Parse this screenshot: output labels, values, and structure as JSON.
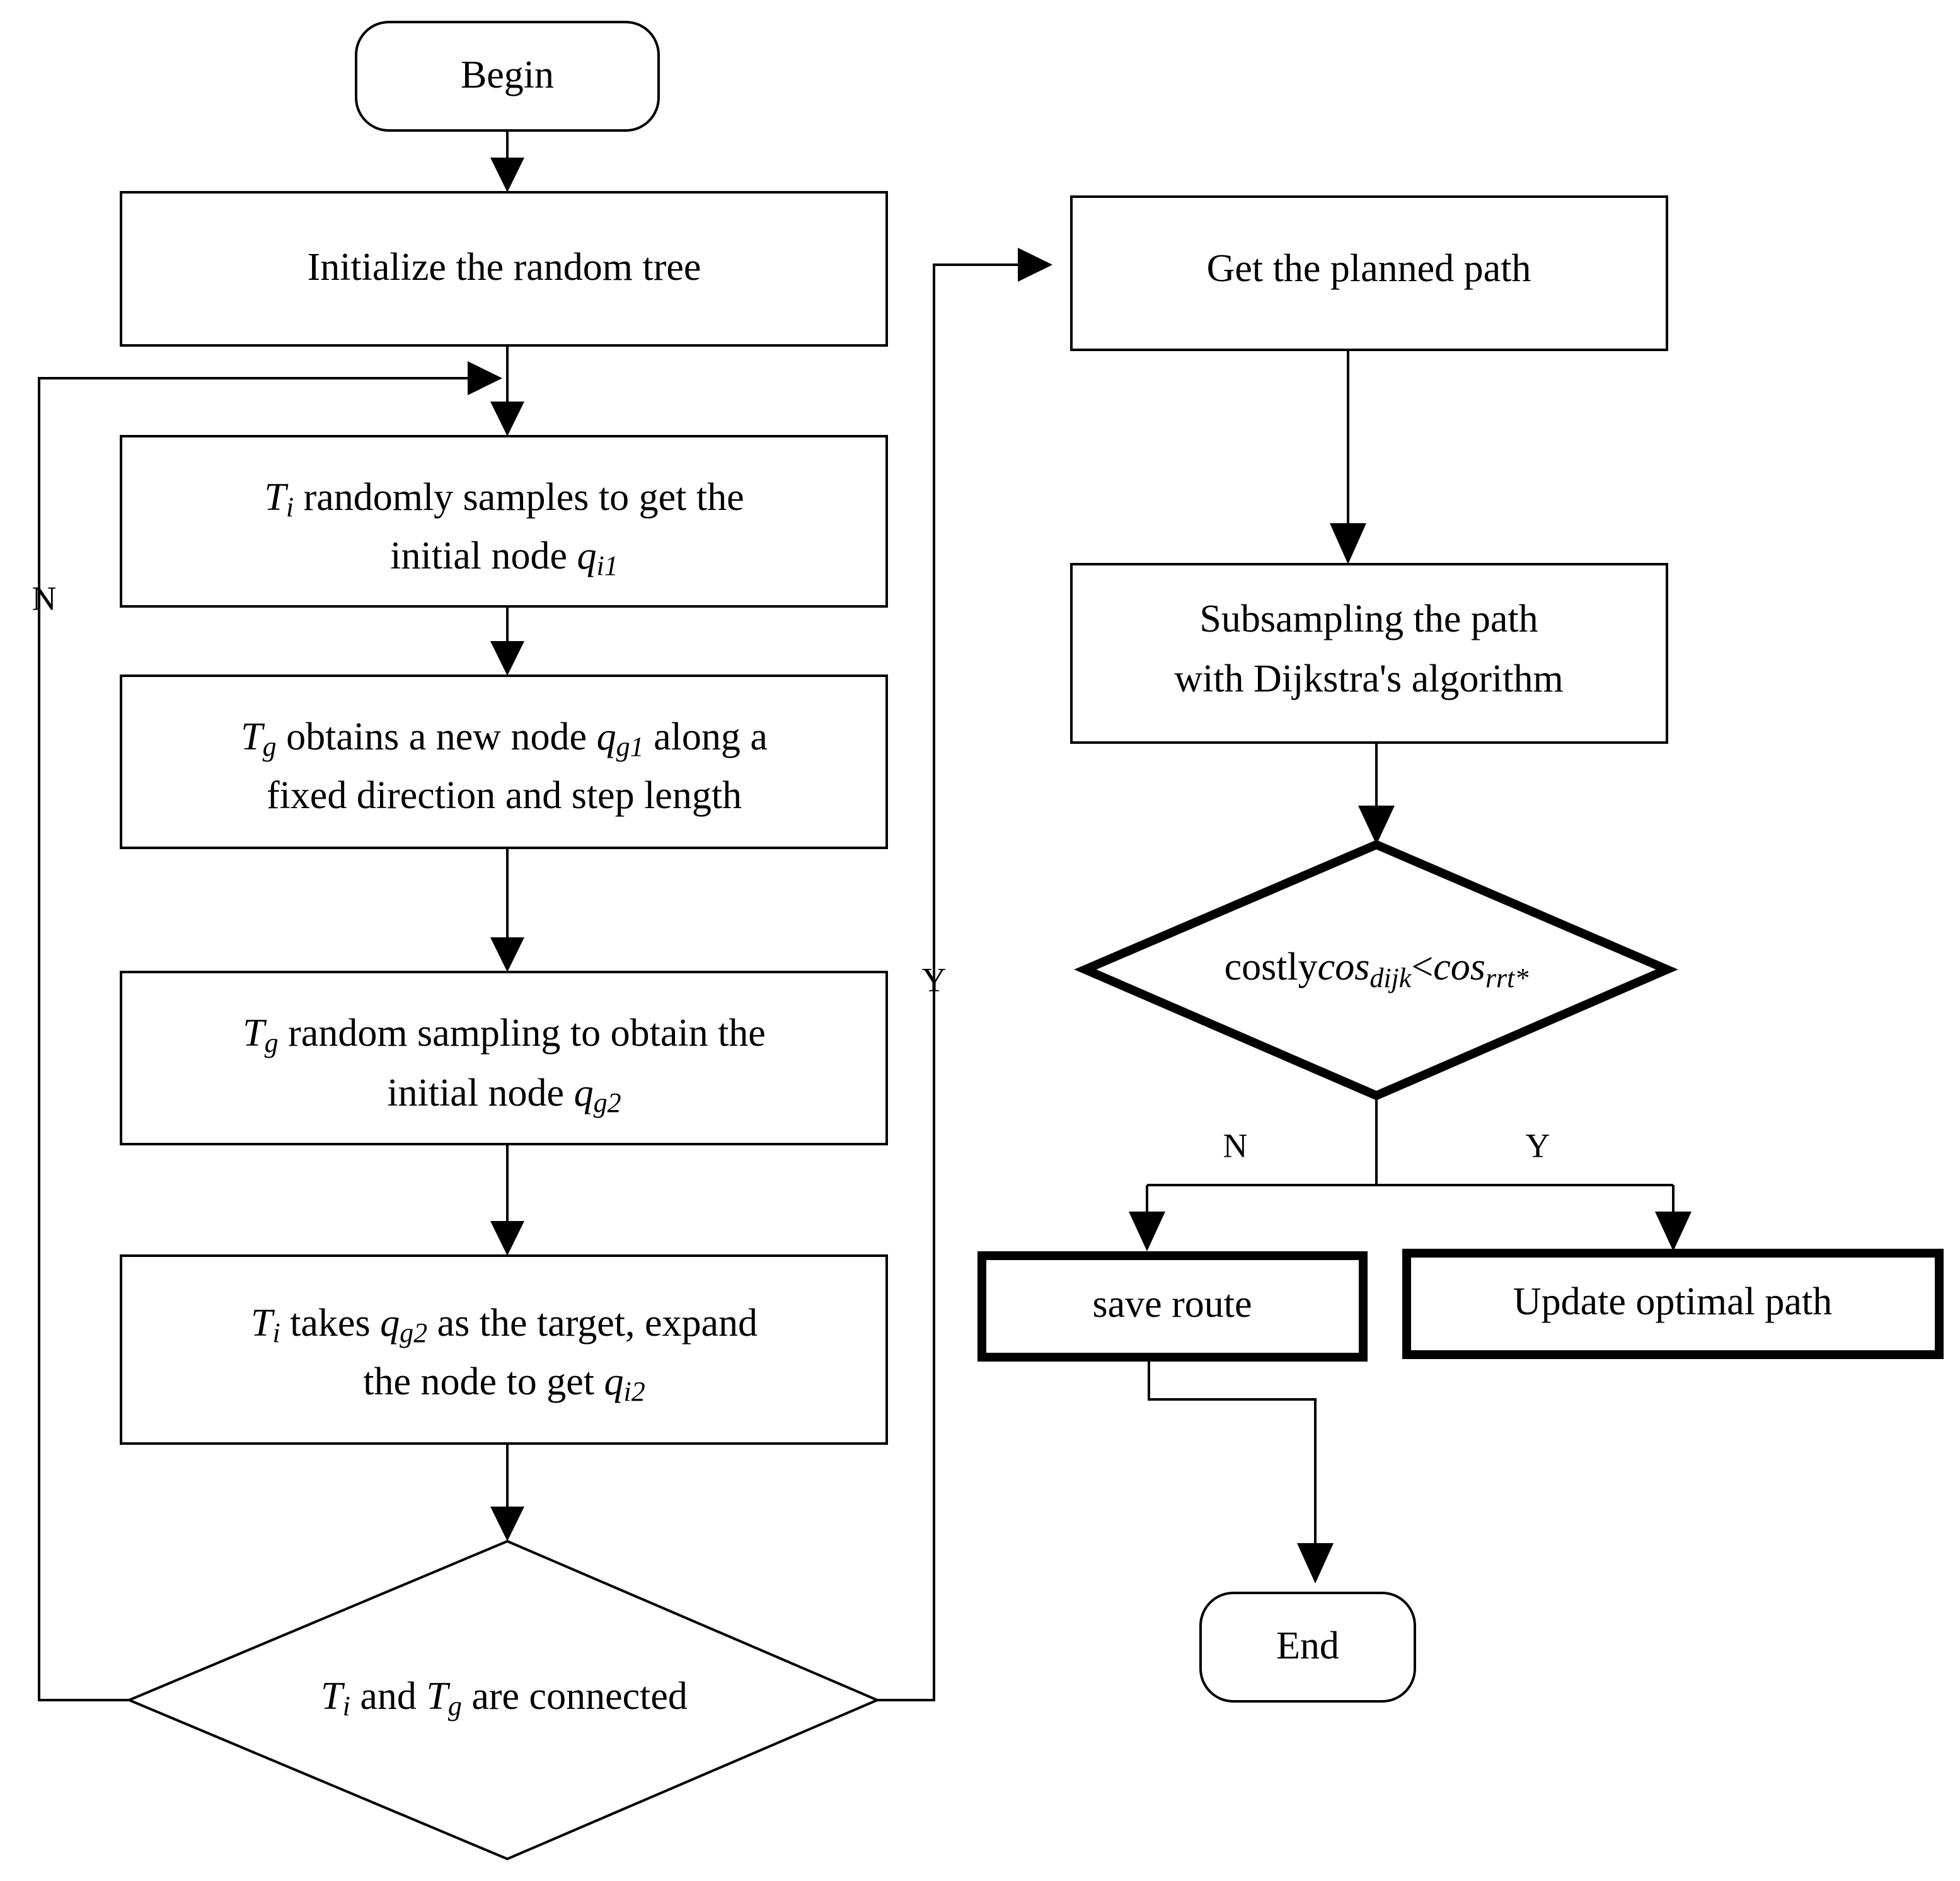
{
  "diagram": {
    "type": "flowchart",
    "title": "Bidirectional RRT path planning with Dijkstra subsampling",
    "colors": {
      "background": "#ffffff",
      "stroke": "#000000",
      "fill": "#ffffff"
    },
    "nodes": {
      "begin": {
        "label": "Begin",
        "shape": "rounded-terminal"
      },
      "init_tree": {
        "label": "Initialize the random tree",
        "shape": "process"
      },
      "ti_sample": {
        "shape": "process",
        "line1_pre": "T",
        "line1_sub": "i",
        "line1_post": " randomly samples to get the",
        "line2_pre": "initial node ",
        "line2_var": "q",
        "line2_sub": "i1",
        "plain": "Ti randomly samples to get the initial node qi1"
      },
      "tg_newnode": {
        "shape": "process",
        "line1_pre": "T",
        "line1_sub": "g",
        "line1_mid": " obtains a new node ",
        "line1_var": "q",
        "line1_varsub": "g1",
        "line1_post": " along a",
        "line2": "fixed direction and step length",
        "plain": "Tg obtains a new node qg1 along a fixed direction and step length"
      },
      "tg_sample": {
        "shape": "process",
        "line1_pre": "T",
        "line1_sub": "g",
        "line1_post": " random sampling to obtain the",
        "line2_pre": "initial node ",
        "line2_var": "q",
        "line2_sub": "g2",
        "plain": "Tg random sampling to obtain the initial node qg2"
      },
      "ti_expand": {
        "shape": "process",
        "line1_pre": "T",
        "line1_sub": "i",
        "line1_mid": " takes ",
        "line1_var": "q",
        "line1_varsub": "g2",
        "line1_post": " as the target, expand",
        "line2_pre": "the node to get ",
        "line2_var": "q",
        "line2_sub": "i2",
        "plain": "Ti takes qg2 as the target, expand the node to get qi2"
      },
      "connected": {
        "shape": "decision",
        "pre": "T",
        "sub1": "i",
        "mid": " and ",
        "var2": "T",
        "sub2": "g",
        "post": " are connected",
        "plain": "Ti and Tg are connected"
      },
      "get_path": {
        "label": "Get the planned path",
        "shape": "process"
      },
      "subsample": {
        "shape": "process",
        "line1": "Subsampling the path",
        "line2": "with Dijkstra's algorithm",
        "plain": "Subsampling the path with Dijkstra's algorithm"
      },
      "cost_check": {
        "shape": "decision-bold",
        "pre": "costly",
        "var1": "cos",
        "sub1": "dijk",
        "op": "<",
        "var2": "cos",
        "sub2": "rrt*",
        "plain": "costlycos_dijk < cos_rrt*"
      },
      "save_route": {
        "label": "save route",
        "shape": "process-bold"
      },
      "update_path": {
        "label": "Update optimal path",
        "shape": "process-bold"
      },
      "end": {
        "label": "End",
        "shape": "rounded-terminal"
      }
    },
    "edge_labels": {
      "connected_no": "N",
      "connected_yes": "Y",
      "cost_no": "N",
      "cost_yes": "Y"
    }
  }
}
